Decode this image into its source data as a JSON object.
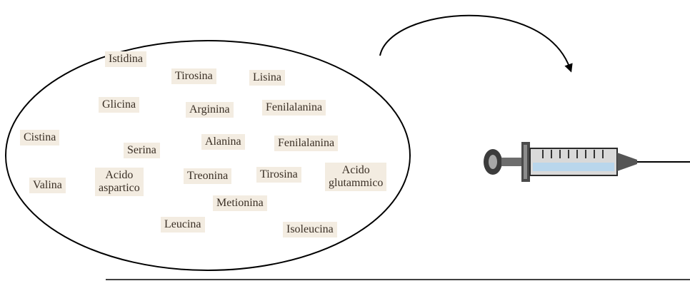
{
  "labels": {
    "istidina": "Istidina",
    "tirosina_1": "Tirosina",
    "lisina": "Lisina",
    "glicina": "Glicina",
    "arginina": "Arginina",
    "fenilalanina_1": "Fenilalanina",
    "cistina": "Cistina",
    "alanina": "Alanina",
    "fenilalanina_2": "Fenilalanina",
    "serina": "Serina",
    "valina": "Valina",
    "acido_aspartico_1": "Acido",
    "acido_aspartico_2": "aspartico",
    "treonina": "Treonina",
    "tirosina_2": "Tirosina",
    "acido_glutammico_1": "Acido",
    "acido_glutammico_2": "glutammico",
    "metionina": "Metionina",
    "leucina": "Leucina",
    "isoleucina": "Isoleucina"
  },
  "colors": {
    "outline": "#000000",
    "label_background": "#f3ece1",
    "label_text": "#3a2f25",
    "syringe_liquid": "#b9d6ec"
  },
  "icons": {
    "syringe": "syringe-icon",
    "arrow": "curved-arrow"
  }
}
